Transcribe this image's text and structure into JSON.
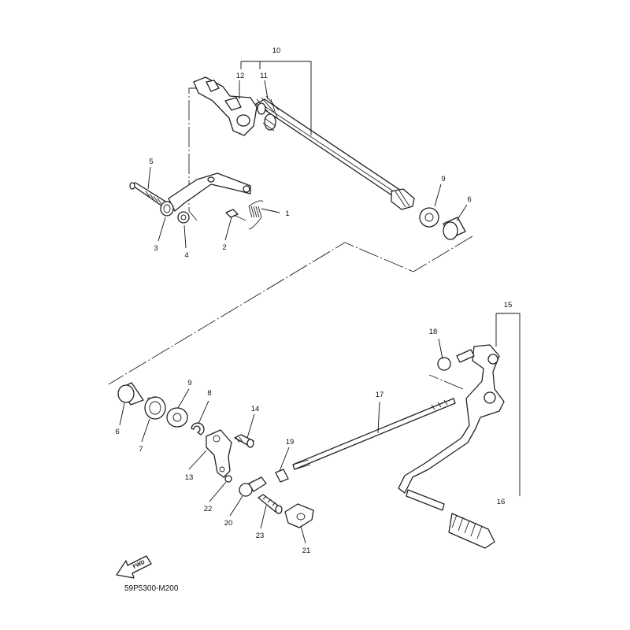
{
  "diagram_code": "59P5300-M200",
  "fwd_label": "FWD",
  "callouts": [
    {
      "id": "c1",
      "label": "1"
    },
    {
      "id": "c2",
      "label": "2"
    },
    {
      "id": "c3",
      "label": "3"
    },
    {
      "id": "c4",
      "label": "4"
    },
    {
      "id": "c5",
      "label": "5"
    },
    {
      "id": "c6a",
      "label": "6"
    },
    {
      "id": "c6b",
      "label": "6"
    },
    {
      "id": "c7",
      "label": "7"
    },
    {
      "id": "c8",
      "label": "8"
    },
    {
      "id": "c9a",
      "label": "9"
    },
    {
      "id": "c9b",
      "label": "9"
    },
    {
      "id": "c10",
      "label": "10"
    },
    {
      "id": "c11",
      "label": "11"
    },
    {
      "id": "c12",
      "label": "12"
    },
    {
      "id": "c13",
      "label": "13"
    },
    {
      "id": "c14",
      "label": "14"
    },
    {
      "id": "c15",
      "label": "15"
    },
    {
      "id": "c16",
      "label": "16"
    },
    {
      "id": "c17",
      "label": "17"
    },
    {
      "id": "c18",
      "label": "18"
    },
    {
      "id": "c19",
      "label": "19"
    },
    {
      "id": "c20",
      "label": "20"
    },
    {
      "id": "c21",
      "label": "21"
    },
    {
      "id": "c22",
      "label": "22"
    },
    {
      "id": "c23",
      "label": "23"
    }
  ]
}
